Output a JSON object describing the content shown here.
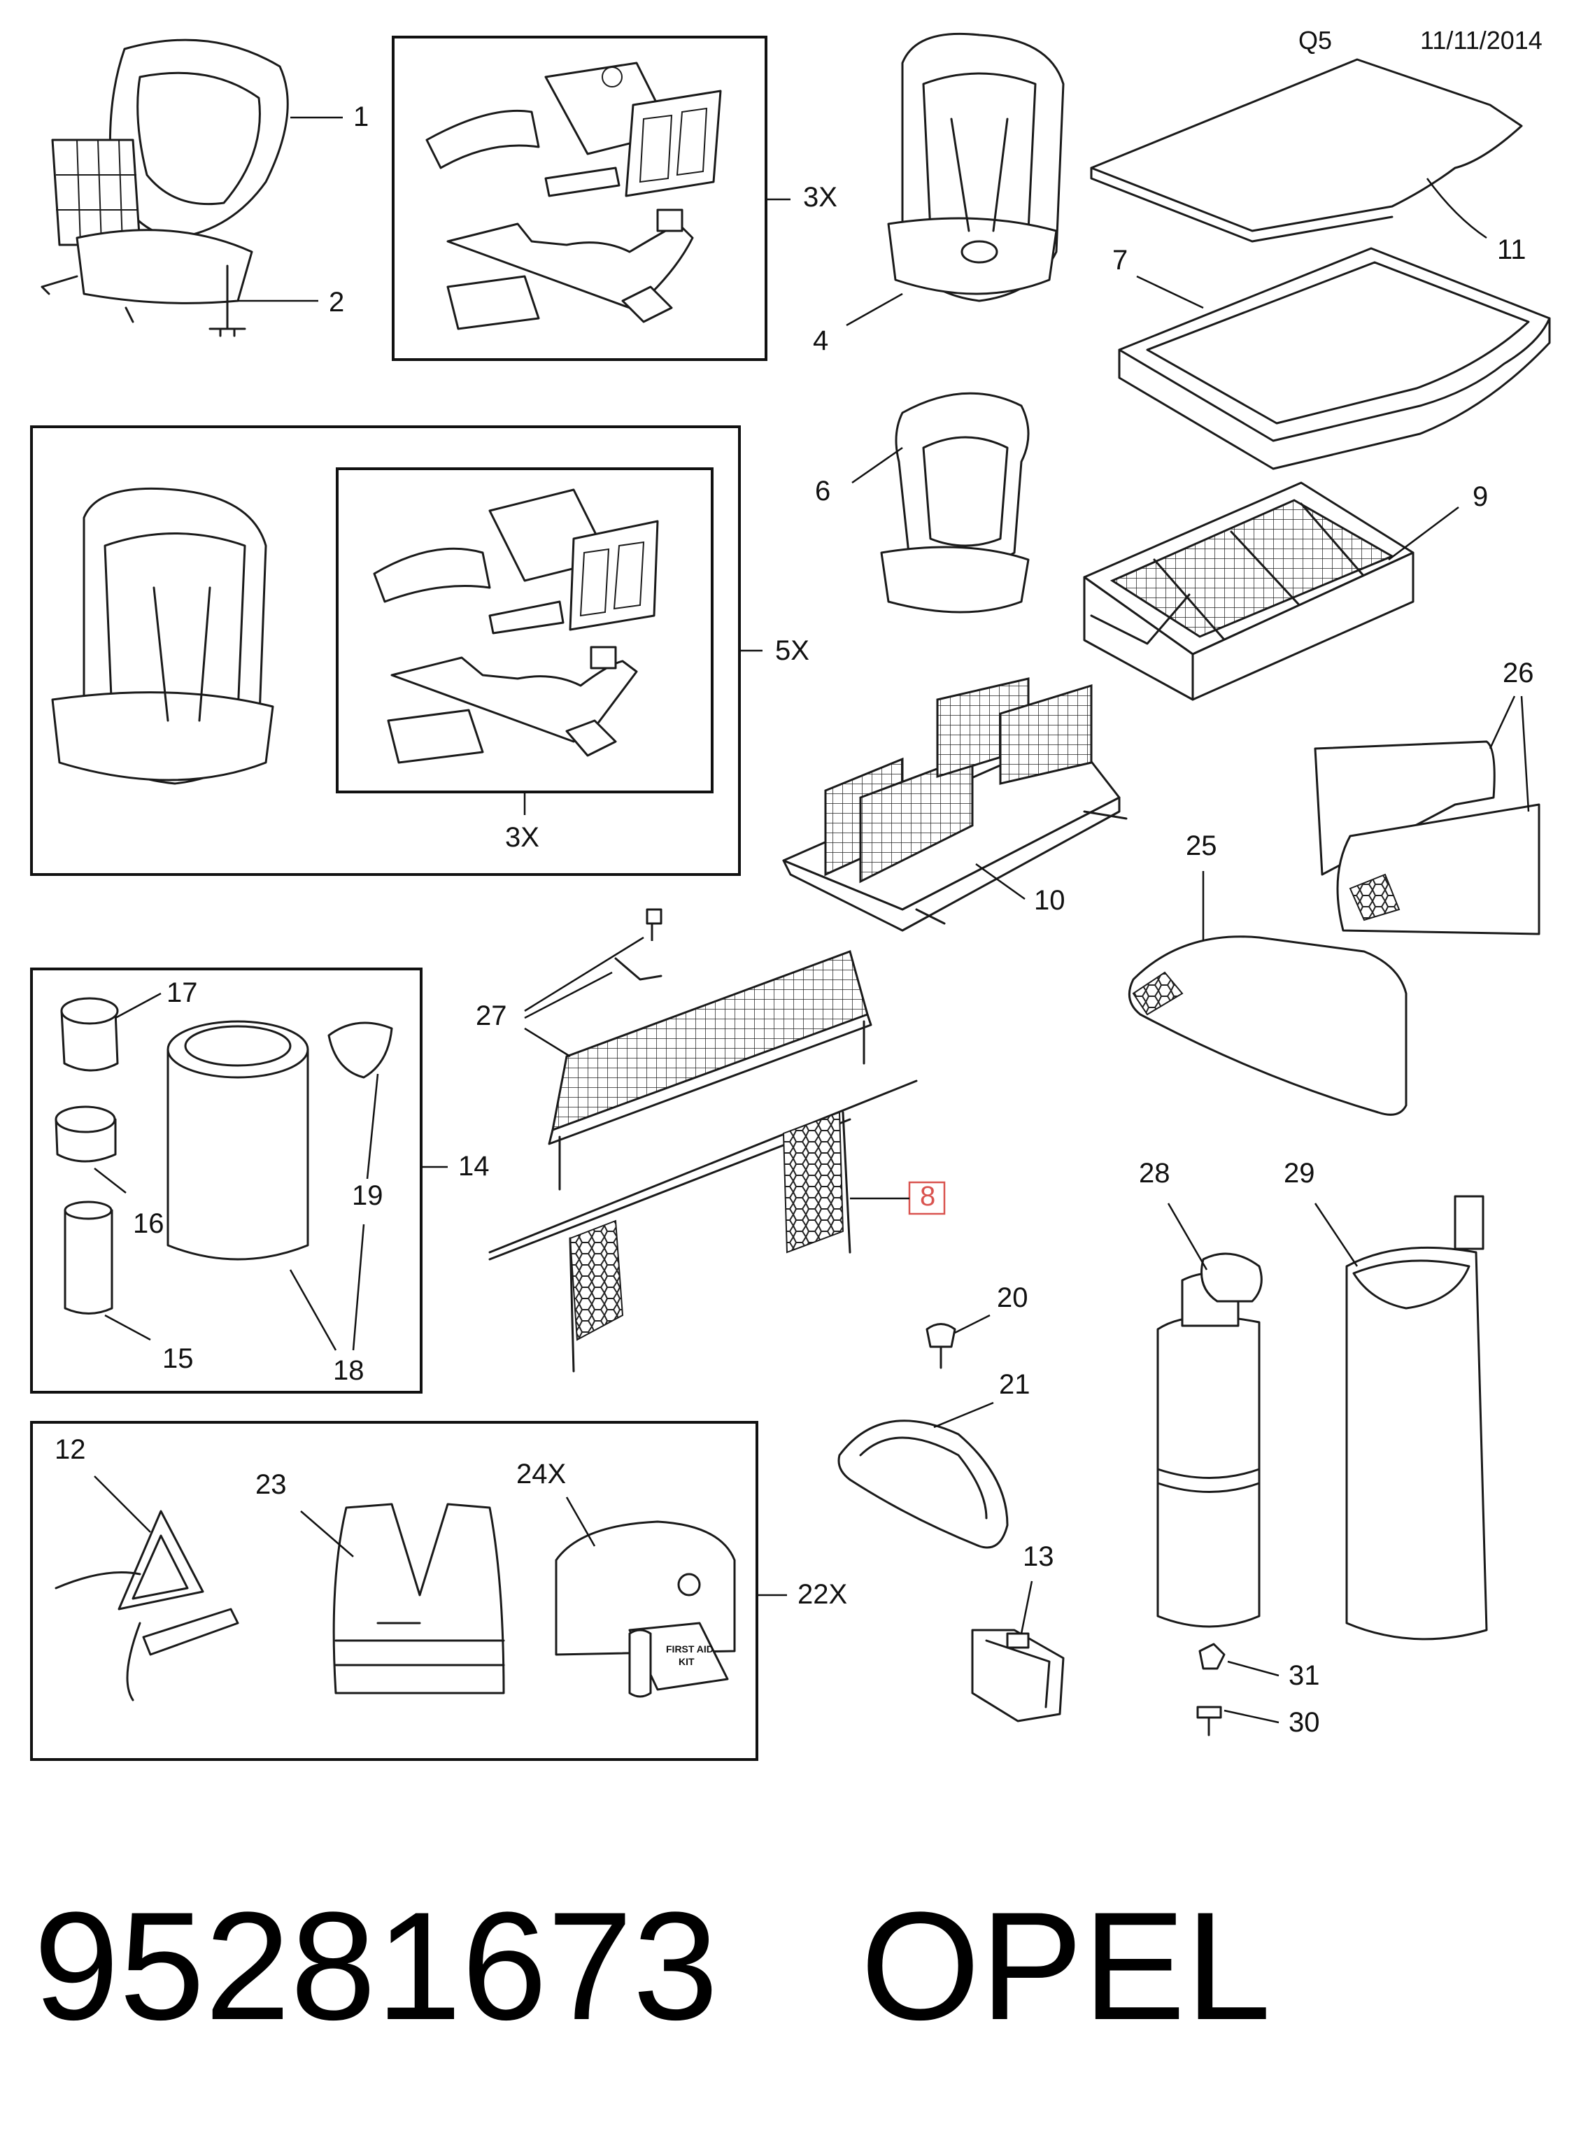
{
  "header": {
    "code": "Q5",
    "date": "11/11/2014"
  },
  "callouts": {
    "c1": "1",
    "c2": "2",
    "c3x_top": "3X",
    "c4": "4",
    "c11": "11",
    "c7": "7",
    "c5x": "5X",
    "c3x_inner": "3X",
    "c6": "6",
    "c9": "9",
    "c26": "26",
    "c10": "10",
    "c25": "25",
    "c17": "17",
    "c14": "14",
    "c16": "16",
    "c19": "19",
    "c15": "15",
    "c18": "18",
    "c27": "27",
    "c8": "8",
    "c20": "20",
    "c21": "21",
    "c13": "13",
    "c28": "28",
    "c29": "29",
    "c31": "31",
    "c30": "30",
    "c12": "12",
    "c23": "23",
    "c24x": "24X",
    "c22x": "22X"
  },
  "kit_text": {
    "first_aid_line1": "FIRST AID",
    "first_aid_line2": "KIT"
  },
  "highlight_color": "#d9534f",
  "footer": {
    "part_number": "95281673",
    "brand": "OPEL"
  }
}
